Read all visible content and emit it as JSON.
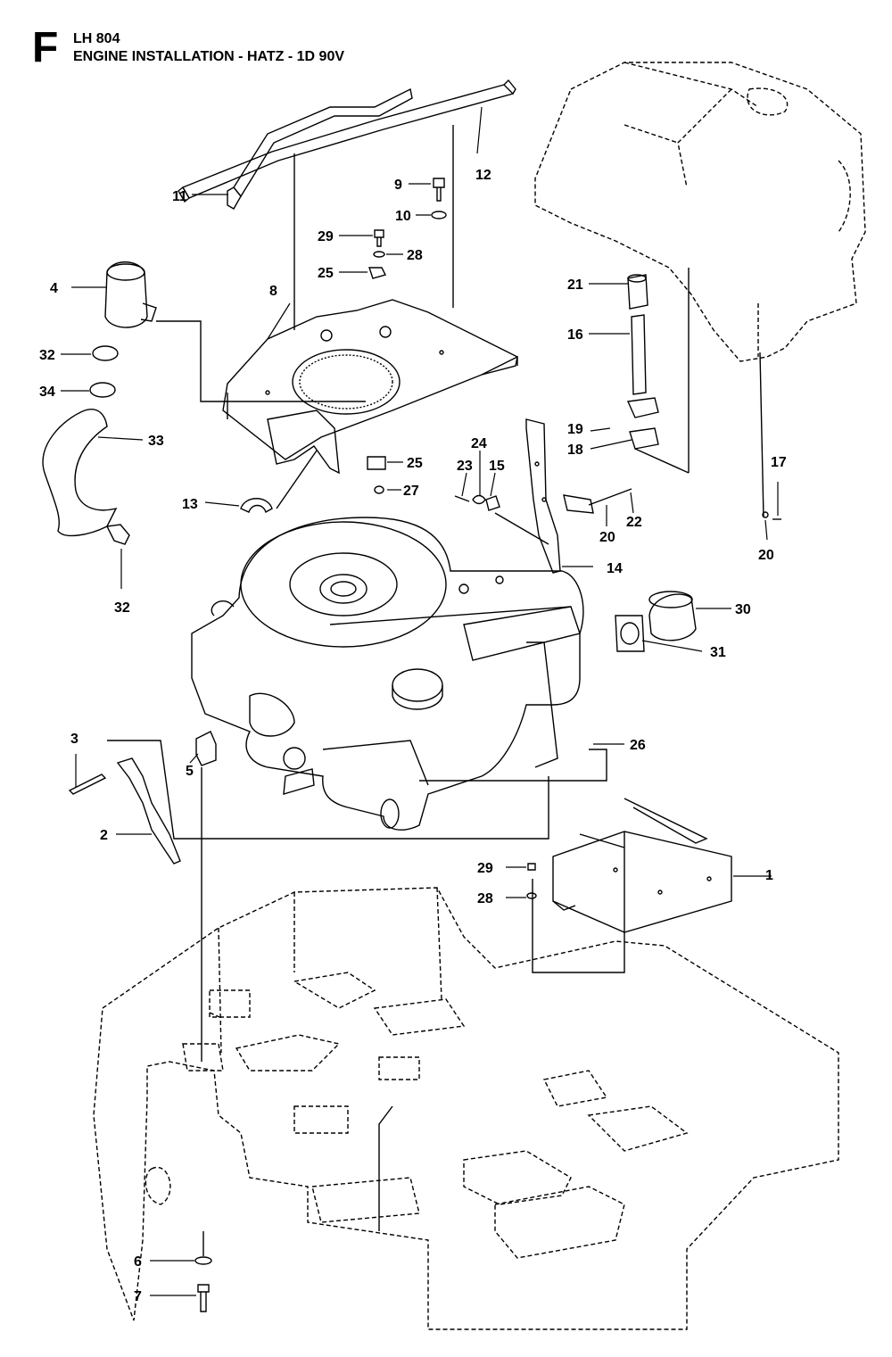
{
  "header": {
    "section": "F",
    "model": "LH 804",
    "title": "ENGINE INSTALLATION - HATZ - 1D 90V"
  },
  "callouts": {
    "c1": "1",
    "c2": "2",
    "c3": "3",
    "c4": "4",
    "c5": "5",
    "c6": "6",
    "c7": "7",
    "c8": "8",
    "c9": "9",
    "c10": "10",
    "c11": "11",
    "c12": "12",
    "c13": "13",
    "c14": "14",
    "c15": "15",
    "c16": "16",
    "c17": "17",
    "c18": "18",
    "c19": "19",
    "c20a": "20",
    "c20b": "20",
    "c21": "21",
    "c22": "22",
    "c23": "23",
    "c24": "24",
    "c25a": "25",
    "c25b": "25",
    "c26": "26",
    "c27": "27",
    "c28a": "28",
    "c28b": "28",
    "c29a": "29",
    "c29b": "29",
    "c30": "30",
    "c31": "31",
    "c32a": "32",
    "c32b": "32",
    "c33": "33",
    "c34": "34"
  }
}
